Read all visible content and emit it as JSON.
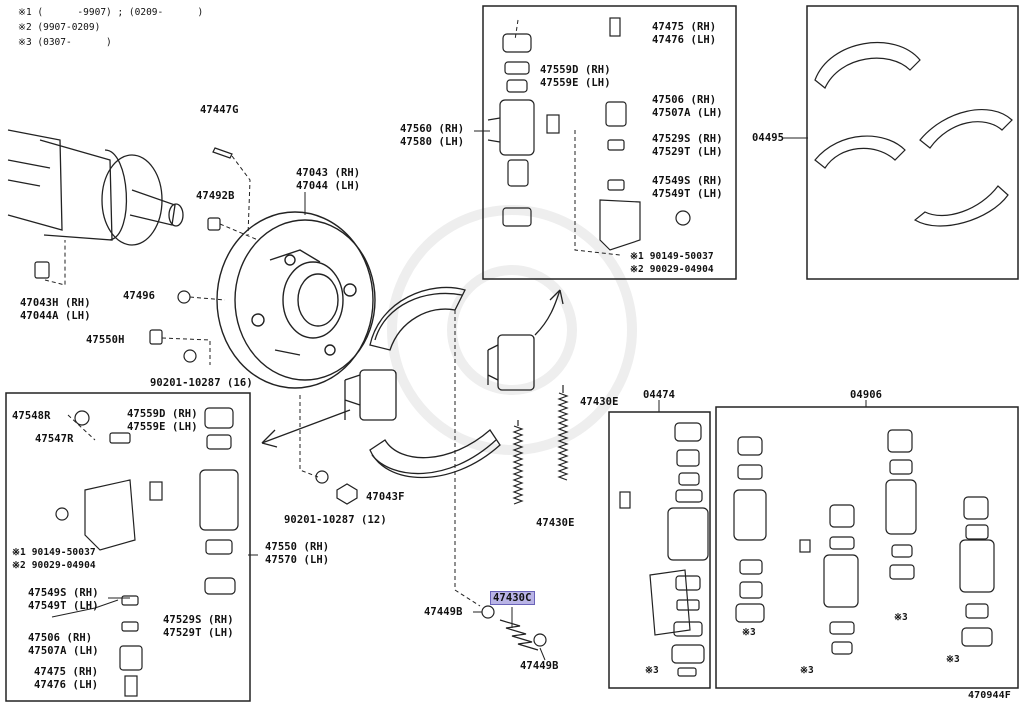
{
  "notes": {
    "n1": "※1 (      -9907) ; (0209-      )",
    "n2": "※2 (9907-0209)",
    "n3": "※3 (0307-      )"
  },
  "main": {
    "p47447g": "47447G",
    "p47492b": "47492B",
    "p47043_rh": "47043 (RH)",
    "p47044_lh": "47044 (LH)",
    "p47043h_rh": "47043H (RH)",
    "p47044a_lh": "47044A (LH)",
    "p47496": "47496",
    "p47550h": "47550H",
    "p90201_16": "90201-10287 (16)",
    "p90201_12": "90201-10287 (12)",
    "p47043f": "47043F",
    "p47430e_top": "47430E",
    "p47430e_bottom": "47430E",
    "p47430c": "47430C",
    "p47449b_left": "47449B",
    "p47449b_right": "47449B",
    "drawing_no": "470944F"
  },
  "top_box": {
    "p47475": "47475 (RH)",
    "p47476": "47476 (LH)",
    "p47559d": "47559D (RH)",
    "p47559e": "47559E (LH)",
    "p47506": "47506 (RH)",
    "p47507a": "47507A (LH)",
    "p47560": "47560 (RH)",
    "p47580": "47580 (LH)",
    "p47529s": "47529S (RH)",
    "p47529t": "47529T (LH)",
    "p47549s": "47549S (RH)",
    "p47549t": "47549T (LH)",
    "p1_90149": "※1 90149-50037",
    "p2_90029": "※2 90029-04904"
  },
  "shoes_box": {
    "p04495": "04495"
  },
  "left_box": {
    "p47548r": "47548R",
    "p47547r": "47547R",
    "p47559d": "47559D (RH)",
    "p47559e": "47559E (LH)",
    "p1_90149": "※1 90149-50037",
    "p2_90029": "※2 90029-04904",
    "p47550": "47550 (RH)",
    "p47570": "47570 (LH)",
    "p47549s": "47549S (RH)",
    "p47549t": "47549T (LH)",
    "p47529s": "47529S (RH)",
    "p47529t": "47529T (LH)",
    "p47506": "47506 (RH)",
    "p47507a": "47507A (LH)",
    "p47475": "47475 (RH)",
    "p47476": "47476 (LH)"
  },
  "kit_04474": {
    "title": "04474",
    "mark": "※3"
  },
  "kit_04906": {
    "title": "04906",
    "mark1": "※3",
    "mark2": "※3",
    "mark3": "※3",
    "mark4": "※3"
  },
  "colors": {
    "highlight": "#b9b4e6",
    "line": "#222222",
    "watermark": "#eeeeee"
  }
}
